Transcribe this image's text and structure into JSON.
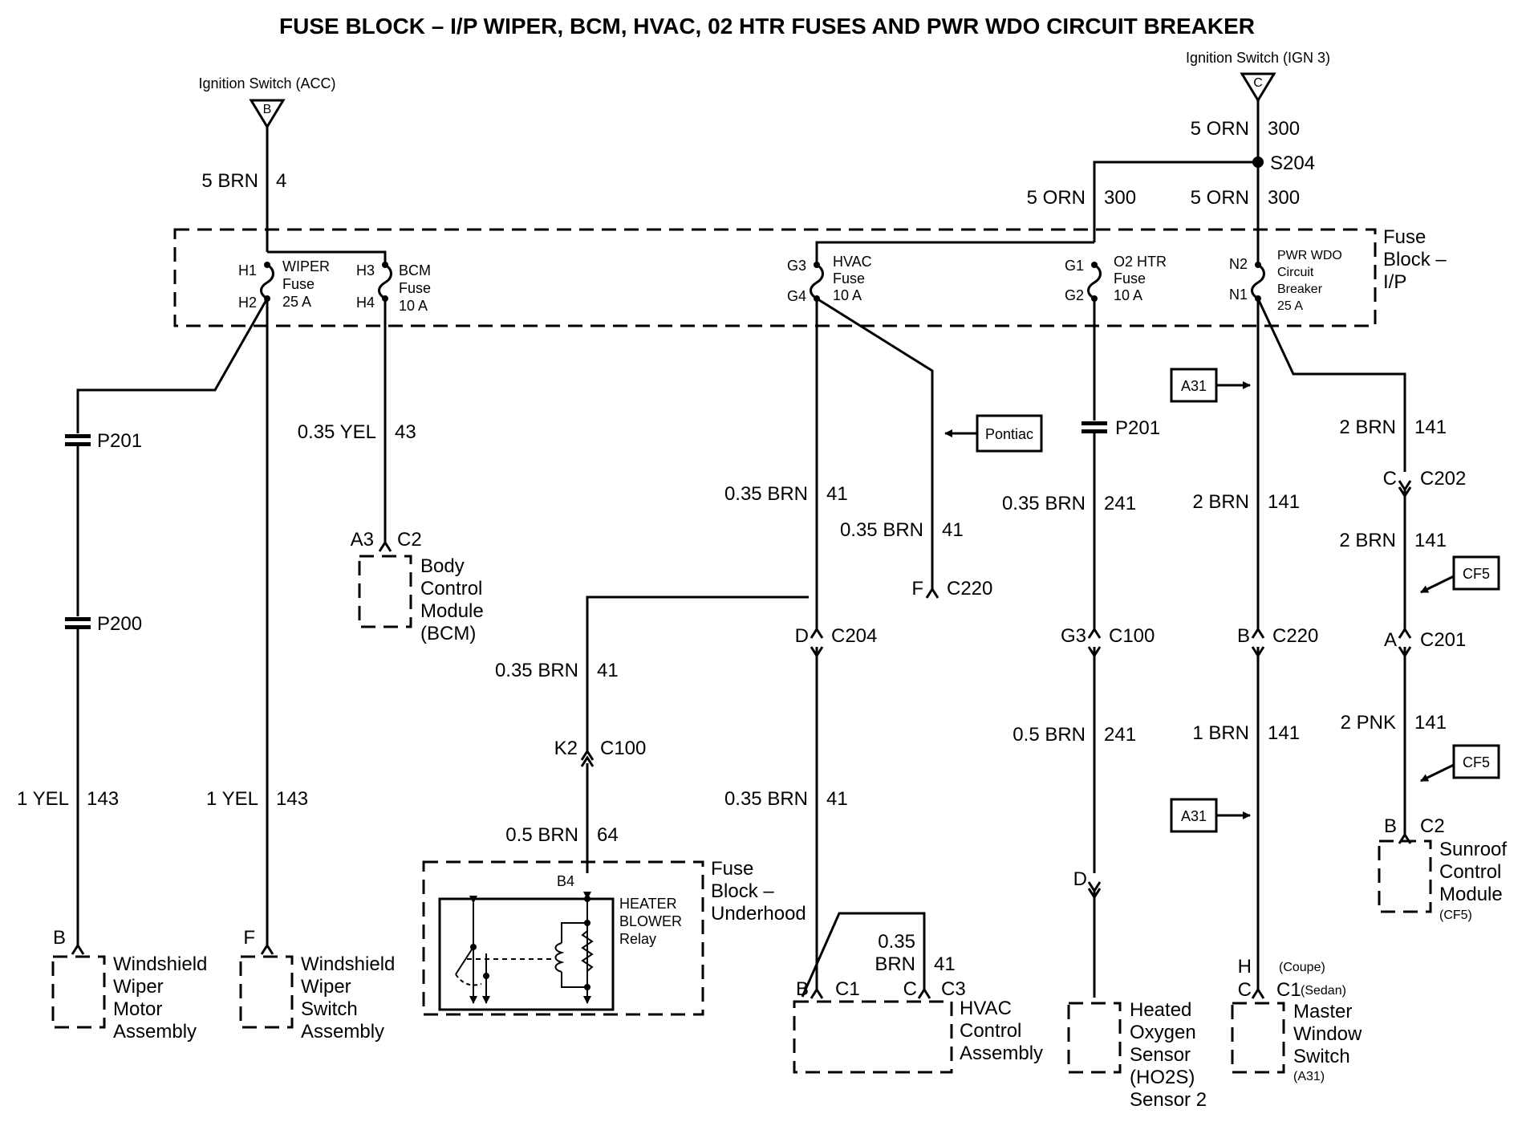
{
  "title": "FUSE BLOCK – I/P WIPER, BCM, HVAC, 02 HTR FUSES AND PWR WDO CIRCUIT BREAKER",
  "sources": [
    {
      "label": "Ignition Switch (ACC)",
      "letter": "B"
    },
    {
      "label": "Ignition Switch (IGN 3)",
      "letter": "C"
    }
  ],
  "splice": "S204",
  "fuse_block_ip": {
    "label": [
      "Fuse",
      "Block –",
      "I/P"
    ],
    "fuses": [
      {
        "top_pin": "H1",
        "bottom_pin": "H2",
        "name": [
          "WIPER",
          "Fuse",
          "25 A"
        ]
      },
      {
        "top_pin": "H3",
        "bottom_pin": "H4",
        "name": [
          "BCM",
          "Fuse",
          "10 A"
        ]
      },
      {
        "top_pin": "G3",
        "bottom_pin": "G4",
        "name": [
          "HVAC",
          "Fuse",
          "10 A"
        ]
      },
      {
        "top_pin": "G1",
        "bottom_pin": "G2",
        "name": [
          "O2 HTR",
          "Fuse",
          "10 A"
        ]
      },
      {
        "top_pin": "N2",
        "bottom_pin": "N1",
        "name": [
          "PWR WDO",
          "Circuit",
          "Breaker",
          "25 A"
        ]
      }
    ]
  },
  "wires": [
    {
      "gauge": "5 BRN",
      "circuit": "4"
    },
    {
      "gauge": "5 ORN",
      "circuit": "300"
    },
    {
      "gauge": "5 ORN",
      "circuit": "300"
    },
    {
      "gauge": "5 ORN",
      "circuit": "300"
    },
    {
      "gauge": "0.35 YEL",
      "circuit": "43"
    },
    {
      "gauge": "1 YEL",
      "circuit": "143"
    },
    {
      "gauge": "1 YEL",
      "circuit": "143"
    },
    {
      "gauge": "0.35 BRN",
      "circuit": "41"
    },
    {
      "gauge": "0.35 BRN",
      "circuit": "41"
    },
    {
      "gauge": "0.35 BRN",
      "circuit": "41"
    },
    {
      "gauge": "0.35 BRN",
      "circuit": "41"
    },
    {
      "gauge": "0.35",
      "circuit": "41"
    },
    {
      "gauge": "BRN",
      "circuit": ""
    },
    {
      "gauge": "0.5 BRN",
      "circuit": "64"
    },
    {
      "gauge": "0.35 BRN",
      "circuit": "241"
    },
    {
      "gauge": "0.5 BRN",
      "circuit": "241"
    },
    {
      "gauge": "2 BRN",
      "circuit": "141"
    },
    {
      "gauge": "1 BRN",
      "circuit": "141"
    },
    {
      "gauge": "2 BRN",
      "circuit": "141"
    },
    {
      "gauge": "2 BRN",
      "circuit": "141"
    },
    {
      "gauge": "2 PNK",
      "circuit": "141"
    }
  ],
  "inline_connectors": {
    "p201": "P201",
    "p200": "P200",
    "p201_o2": "P201"
  },
  "connectors": [
    {
      "pin": "A3",
      "conn": "C2"
    },
    {
      "pin": "F",
      "conn": "C220"
    },
    {
      "pin": "D",
      "conn": "C204"
    },
    {
      "pin": "K2",
      "conn": "C100"
    },
    {
      "pin": "G3",
      "conn": "C100"
    },
    {
      "pin": "B",
      "conn": "C220"
    },
    {
      "pin": "C",
      "conn": "C202"
    },
    {
      "pin": "A",
      "conn": "C201"
    },
    {
      "pin": "B",
      "conn": "C2"
    },
    {
      "pin": "B",
      "conn": "C1"
    },
    {
      "pin": "C",
      "conn": "C3"
    },
    {
      "pin": "H",
      "conn": "C1"
    },
    {
      "pin": "C",
      "conn": ""
    }
  ],
  "pins": {
    "wiper_motor": "B",
    "wiper_switch": "F",
    "o2_sensor": "D",
    "relay": "B4"
  },
  "components": {
    "bcm": [
      "Body",
      "Control",
      "Module",
      "(BCM)"
    ],
    "wiper_motor": [
      "Windshield",
      "Wiper",
      "Motor",
      "Assembly"
    ],
    "wiper_switch": [
      "Windshield",
      "Wiper",
      "Switch",
      "Assembly"
    ],
    "fuse_block_uh": [
      "Fuse",
      "Block –",
      "Underhood"
    ],
    "relay": [
      "HEATER",
      "BLOWER",
      "Relay"
    ],
    "hvac": [
      "HVAC",
      "Control",
      "Assembly"
    ],
    "o2": [
      "Heated",
      "Oxygen",
      "Sensor",
      "(HO2S)",
      "Sensor 2"
    ],
    "window": [
      "Master",
      "Window",
      "Switch",
      "(A31)"
    ],
    "sunroof": [
      "Sunroof",
      "Control",
      "Module",
      "(CF5)"
    ]
  },
  "notes": {
    "coupe": "(Coupe)",
    "sedan": "(Sedan)"
  },
  "option_tags": {
    "pontiac": "Pontiac",
    "a31": "A31",
    "cf5": "CF5"
  }
}
